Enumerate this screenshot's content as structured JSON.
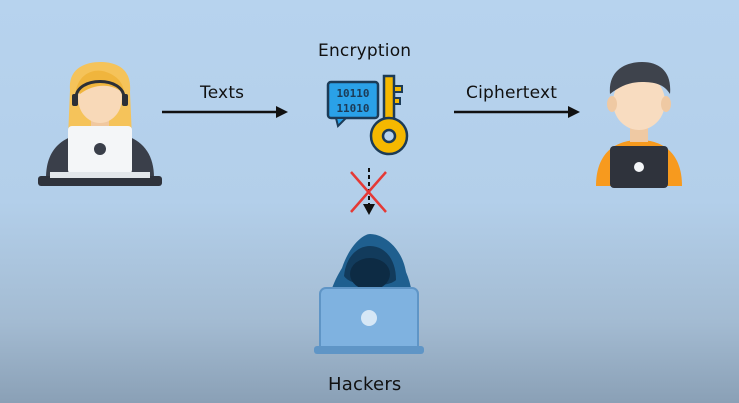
{
  "labels": {
    "encryption": "Encryption",
    "texts": "Texts",
    "ciphertext": "Ciphertext",
    "hackers": "Hackers"
  },
  "binary_bubble": {
    "line1": "10110",
    "line2": "11010"
  },
  "icons": {
    "sender": "woman-laptop-icon",
    "encryption": "key-binary-icon",
    "receiver": "man-laptop-icon",
    "hacker": "hooded-hacker-laptop-icon",
    "blocked": "red-cross-icon"
  },
  "colors": {
    "background_top": "#b7d3ee",
    "background_bottom": "#8aa0b6",
    "arrow": "#111111",
    "cross": "#e53935",
    "key": "#f5b800",
    "bubble": "#2aa1e8",
    "hood": "#1f5f8f",
    "laptop_blue": "#7fb2e0",
    "shirt_orange": "#f79a1e"
  }
}
